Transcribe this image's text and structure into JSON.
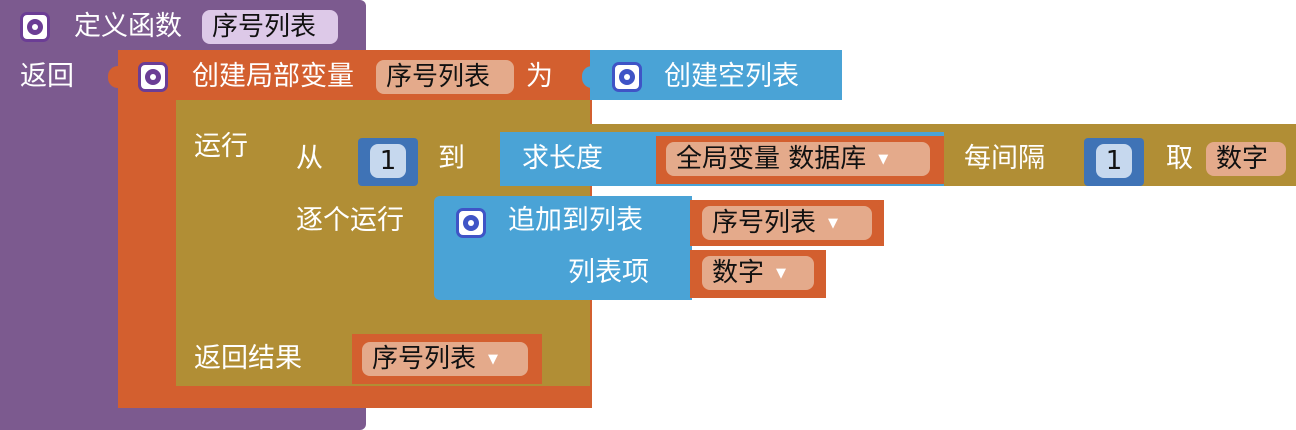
{
  "procedure": {
    "keyword": "定义函数",
    "name": "序号列表",
    "return_label": "返回"
  },
  "local_var": {
    "keyword": "创建局部变量",
    "name": "序号列表",
    "assign": "为",
    "value": "创建空列表"
  },
  "do_label": "运行",
  "for_range": {
    "from_label": "从",
    "from_value": "1",
    "to_label": "到",
    "length_label": "求长度",
    "global_var": "全局变量 数据库",
    "step_label": "每间隔",
    "step_value": "1",
    "var_label": "取",
    "var_name": "数字",
    "do_label": "逐个运行"
  },
  "append": {
    "label": "追加到列表",
    "list_var": "序号列表",
    "item_label": "列表项",
    "item_var": "数字"
  },
  "result": {
    "label": "返回结果",
    "var": "序号列表"
  },
  "icons": {
    "mutator": "gear-icon",
    "dropdown": "dropdown-arrow-icon"
  },
  "colors": {
    "procedure": "#7c5a8f",
    "variable": "#d35f2f",
    "control": "#b18e35",
    "list": "#4aa3d6",
    "math": "#3f73b6"
  }
}
